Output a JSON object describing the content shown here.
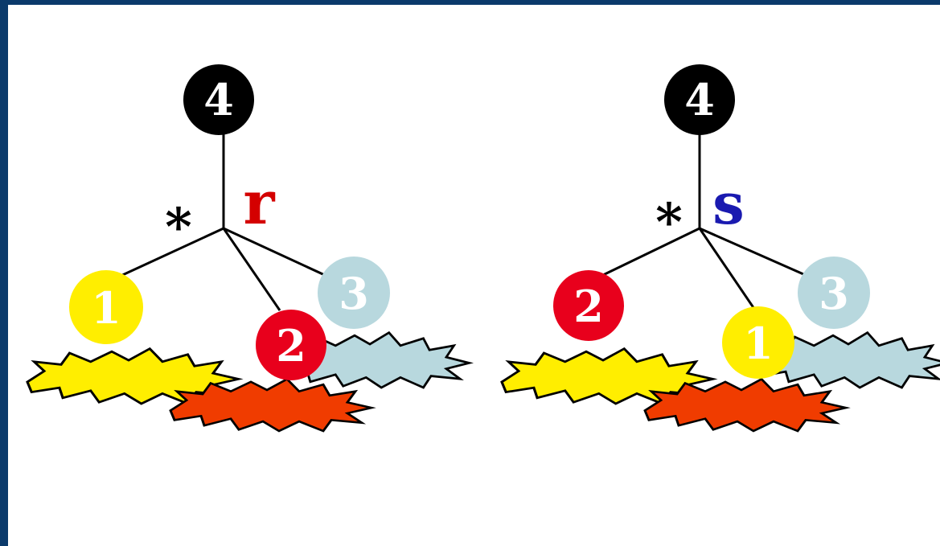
{
  "colors": {
    "frame": "#0b3a6b",
    "background": "#ffffff",
    "black_sphere": "#000000",
    "red_sphere": "#e8001c",
    "yellow_sphere": "#ffee00",
    "lightblue_sphere": "#b8d8de",
    "splat_yellow": "#ffee00",
    "splat_orange": "#f03c00",
    "splat_lightblue": "#b8d8de",
    "label_r": "#d40000",
    "label_s": "#1a1ab0"
  },
  "panels": [
    {
      "name": "r-configuration",
      "chirality_label": "r",
      "chirality_color": "#d40000",
      "center_marker": "*",
      "substituents": [
        {
          "role": "top",
          "label": "4",
          "color": "#000000"
        },
        {
          "role": "left",
          "label": "1",
          "color": "#ffee00"
        },
        {
          "role": "front",
          "label": "2",
          "color": "#e8001c"
        },
        {
          "role": "back-right",
          "label": "3",
          "color": "#b8d8de"
        }
      ]
    },
    {
      "name": "s-configuration",
      "chirality_label": "s",
      "chirality_color": "#1a1ab0",
      "center_marker": "*",
      "substituents": [
        {
          "role": "top",
          "label": "4",
          "color": "#000000"
        },
        {
          "role": "left",
          "label": "2",
          "color": "#e8001c"
        },
        {
          "role": "front",
          "label": "1",
          "color": "#ffee00"
        },
        {
          "role": "back-right",
          "label": "3",
          "color": "#b8d8de"
        }
      ]
    }
  ]
}
